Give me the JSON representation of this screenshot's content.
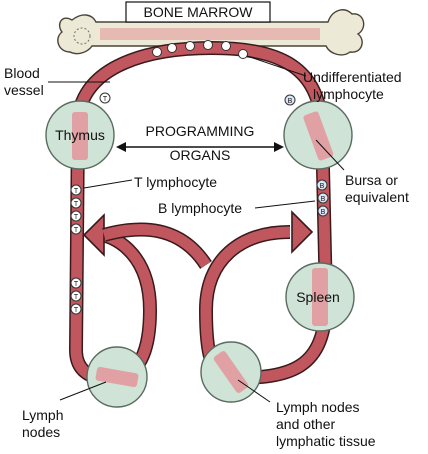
{
  "colors": {
    "vessel": "#c0575f",
    "vessel_outline": "#3a1a1c",
    "organ_fill": "#cfe3d6",
    "organ_outline": "#5a6b60",
    "organ_band": "#e48f97",
    "bone_fill": "#ece9d6",
    "bone_marrow": "#e07f8a",
    "line": "#111111"
  },
  "labels": {
    "bone_marrow": "BONE MARROW",
    "blood_vessel_line1": "Blood",
    "blood_vessel_line2": "vessel",
    "undifferentiated_line1": "Undifferentiated",
    "undifferentiated_line2": "lymphocyte",
    "thymus": "Thymus",
    "programming_line1": "PROGRAMMING",
    "programming_line2": "ORGANS",
    "bursa_line1": "Bursa or",
    "bursa_line2": "equivalent",
    "t_lymphocyte": "T lymphocyte",
    "b_lymphocyte": "B lymphocyte",
    "spleen": "Spleen",
    "lymph_nodes_left_line1": "Lymph",
    "lymph_nodes_left_line2": "nodes",
    "lymph_nodes_right_line1": "Lymph nodes",
    "lymph_nodes_right_line2": "and other",
    "lymph_nodes_right_line3": "lymphatic tissue"
  },
  "cell_letters": {
    "t": "T",
    "b": "B"
  }
}
